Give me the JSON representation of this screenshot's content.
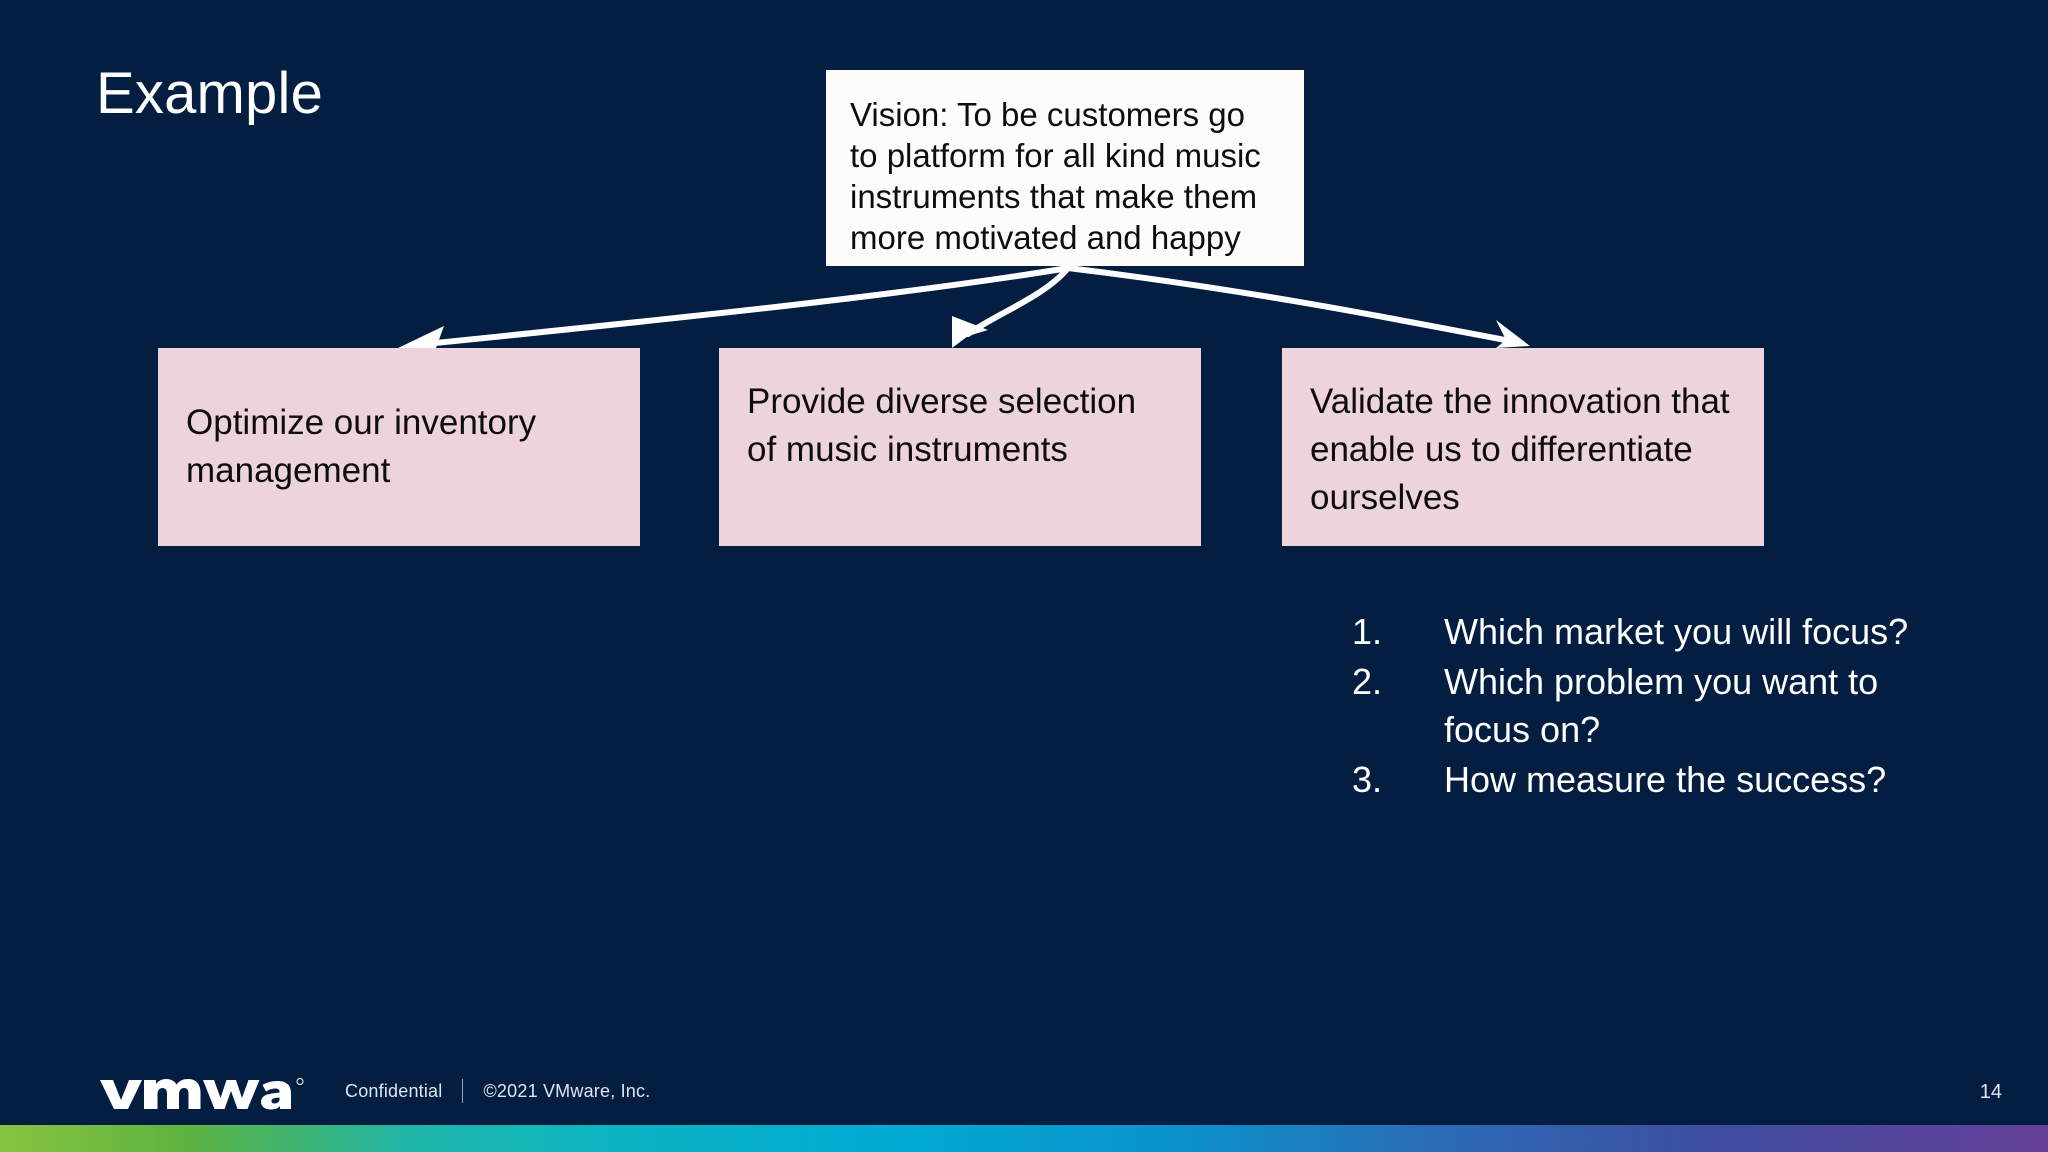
{
  "slide": {
    "title": "Example",
    "background_color": "#041E42",
    "page_number": "14"
  },
  "vision_box": {
    "lines": [
      "Vision: To be customers go",
      "to platform for all kind music",
      "instruments that make them",
      "more motivated and happy"
    ],
    "full_text": "Vision: To be customers go to platform for all kind music instruments that make them more motivated and happy",
    "background_color": "#FCFCFA",
    "text_color": "#0d0d0d"
  },
  "objective_boxes": {
    "background_color": "#EDD4DC",
    "text_color": "#0d0d0d",
    "items": [
      {
        "full_text": "Optimize our inventory management",
        "lines": [
          "Optimize our inventory",
          "management"
        ]
      },
      {
        "full_text": "Provide diverse selection of music instruments",
        "lines": [
          "Provide diverse",
          "selection of music",
          "instruments"
        ]
      },
      {
        "full_text": "Validate the innovation that enable us to differentiate ourselves",
        "lines": [
          "Validate the innovation",
          "that enable us to",
          "differentiate ourselves"
        ]
      }
    ]
  },
  "questions": {
    "items": [
      {
        "number": "1.",
        "text": "Which market you will focus?"
      },
      {
        "number": "2.",
        "text": "Which problem you want to focus on?"
      },
      {
        "number": "3.",
        "text": "How measure the success?"
      }
    ]
  },
  "footer": {
    "logo_text": "vmware",
    "confidential": "Confidential",
    "copyright": "©2021 VMware, Inc."
  },
  "gradient_bar": {
    "stops": [
      "#86c440",
      "#3fb34f",
      "#12b3bd",
      "#00a0d2",
      "#1d6fb8",
      "#3d4f9e",
      "#5b3f94",
      "#6b3f94"
    ]
  }
}
